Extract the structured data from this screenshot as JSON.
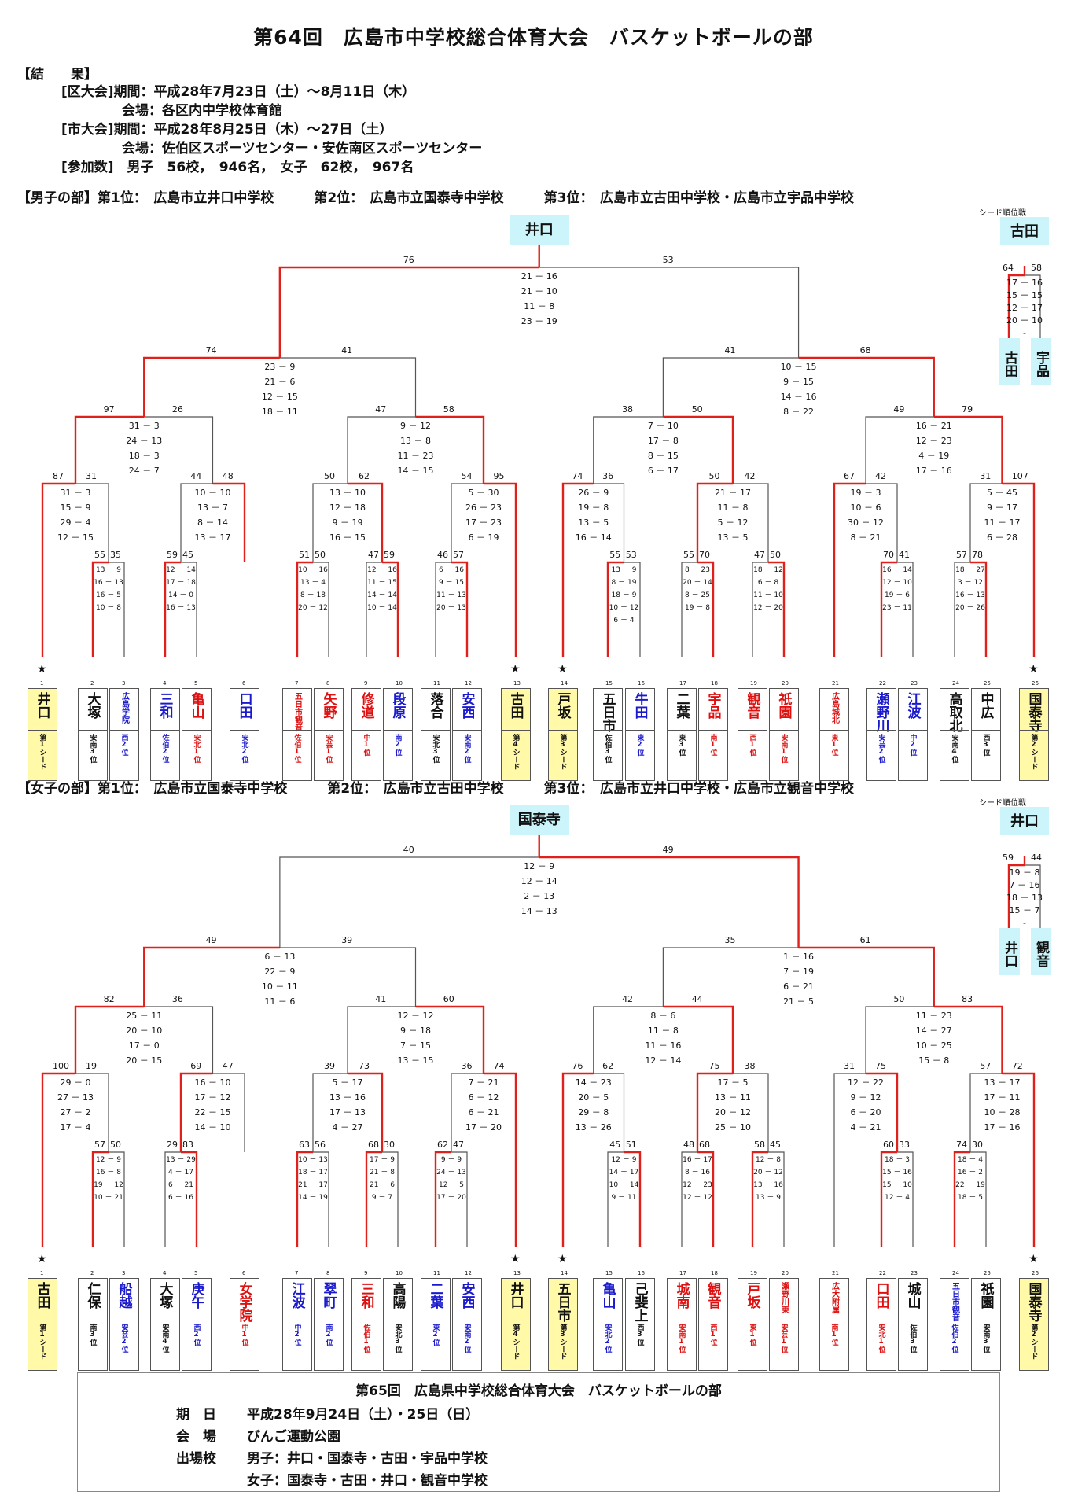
{
  "title": "第64回　広島市中学校総合体育大会　バスケットボールの部",
  "header": {
    "results_label": "【結　　果】",
    "lines": [
      "[区大会]期間：平成28年7月23日（土）～8月11日（木）",
      "会場：各区内中学校体育館",
      "[市大会]期間：平成28年8月25日（木）～27日（土）",
      "会場：佐伯区スポーツセンター・安佐南区スポーツセンター",
      "[参加数]　男子　56校，　946名，　女子　62校，　967名"
    ]
  },
  "boys": {
    "result": "【男子の部】第1位：　広島市立井口中学校　　　第2位：　広島市立国泰寺中学校　　　第3位：　広島市立古田中学校・広島市立宇品中学校",
    "seed_label": "シード順位戦",
    "champion": "井口",
    "seed_winner": "古田",
    "seed_a": "古田",
    "seed_b": "宇品",
    "final": {
      "left": "76",
      "right": "53",
      "scores": [
        "21 － 16",
        "21 － 10",
        "11 － 8",
        "23 － 19"
      ]
    },
    "seed_game": {
      "left": "64",
      "right": "58",
      "scores": [
        "17 － 16",
        "15 － 15",
        "12 － 17",
        "20 － 10",
        "-"
      ]
    },
    "semis": [
      {
        "left": "74",
        "right": "41",
        "scores": [
          "23 － 9",
          "21 － 6",
          "12 － 15",
          "18 － 11"
        ]
      },
      {
        "left": "41",
        "right": "68",
        "scores": [
          "10 － 15",
          "9 － 15",
          "14 － 16",
          "8 － 22"
        ]
      }
    ],
    "quarters": [
      {
        "left": "97",
        "right": "26",
        "scores": [
          "31 － 3",
          "24 － 13",
          "18 － 3",
          "24 － 7"
        ]
      },
      {
        "left": "47",
        "right": "58",
        "scores": [
          "9 － 12",
          "13 － 8",
          "11 － 23",
          "14 － 15"
        ]
      },
      {
        "left": "38",
        "right": "50",
        "scores": [
          "7 － 10",
          "17 － 8",
          "8 － 15",
          "6 － 17"
        ]
      },
      {
        "left": "49",
        "right": "79",
        "scores": [
          "16 － 21",
          "12 － 23",
          "4 － 19",
          "17 － 16"
        ]
      }
    ],
    "r16": [
      {
        "left": "87",
        "right": "31",
        "scores": [
          "31 － 3",
          "15 － 9",
          "29 － 4",
          "12 － 15"
        ]
      },
      {
        "left": "44",
        "right": "48",
        "scores": [
          "10 － 10",
          "13 － 7",
          "8 － 14",
          "13 － 17"
        ]
      },
      {
        "left": "50",
        "right": "62",
        "scores": [
          "13 － 10",
          "12 － 18",
          "9 － 19",
          "16 － 15"
        ]
      },
      {
        "left": "54",
        "right": "95",
        "scores": [
          "5 － 30",
          "26 － 23",
          "17 － 23",
          "6 － 19"
        ]
      },
      {
        "left": "74",
        "right": "36",
        "scores": [
          "26 － 9",
          "19 － 8",
          "13 － 5",
          "16 － 14"
        ]
      },
      {
        "left": "50",
        "right": "42",
        "scores": [
          "21 － 17",
          "11 － 8",
          "5 － 12",
          "13 － 5"
        ]
      },
      {
        "left": "67",
        "right": "42",
        "scores": [
          "19 － 3",
          "10 － 6",
          "30 － 12",
          "8 － 21"
        ]
      },
      {
        "left": "31",
        "right": "107",
        "scores": [
          "5 － 45",
          "9 － 17",
          "11 － 17",
          "6 － 28"
        ]
      }
    ],
    "r32": [
      {
        "left": "55",
        "right": "35",
        "scores": [
          "13 － 9",
          "16 － 13",
          "16 － 5",
          "10 － 8"
        ]
      },
      {
        "left": "59",
        "right": "45",
        "scores": [
          "12 － 14",
          "17 － 18",
          "14 － 0",
          "16 － 13"
        ]
      },
      {
        "left": "51",
        "right": "50",
        "scores": [
          "10 － 16",
          "13 － 4",
          "8 － 18",
          "20 － 12"
        ]
      },
      {
        "left": "47",
        "right": "59",
        "scores": [
          "12 － 16",
          "11 － 15",
          "14 － 14",
          "10 － 14"
        ]
      },
      {
        "left": "46",
        "right": "57",
        "scores": [
          "6 － 16",
          "9 － 15",
          "11 － 13",
          "20 － 13"
        ]
      },
      {
        "left": "55",
        "right": "53",
        "scores": [
          "13 － 9",
          "8 － 19",
          "18 － 9",
          "10 － 12",
          "6 － 4"
        ]
      },
      {
        "left": "55",
        "right": "70",
        "scores": [
          "8 － 23",
          "20 － 14",
          "8 － 25",
          "19 － 8"
        ]
      },
      {
        "left": "47",
        "right": "50",
        "scores": [
          "18 － 12",
          "6 － 8",
          "11 － 10",
          "12 － 20"
        ]
      },
      {
        "left": "70",
        "right": "41",
        "scores": [
          "16 － 14",
          "12 － 10",
          "19 － 6",
          "23 － 11"
        ]
      },
      {
        "left": "57",
        "right": "78",
        "scores": [
          "18 － 27",
          "3 － 12",
          "16 － 13",
          "20 － 26"
        ]
      }
    ],
    "teams": [
      {
        "n": "1",
        "name": "井口",
        "sub": "第1シード",
        "color": "#111",
        "seed": true
      },
      {
        "n": "2",
        "name": "大塚",
        "sub": "安南3位",
        "color": "#111"
      },
      {
        "n": "3",
        "name": "広島学院",
        "sub": "西2位",
        "color": "#1a1acc",
        "small": true
      },
      {
        "n": "4",
        "name": "三和",
        "sub": "佐伯2位",
        "color": "#1a1acc"
      },
      {
        "n": "5",
        "name": "亀山",
        "sub": "安北1位",
        "color": "#dd1111"
      },
      {
        "n": "6",
        "name": "口田",
        "sub": "安北2位",
        "color": "#1a1acc"
      },
      {
        "n": "7",
        "name": "五日市観音",
        "sub": "佐伯1位",
        "color": "#dd1111",
        "small": true
      },
      {
        "n": "8",
        "name": "矢野",
        "sub": "安芸1位",
        "color": "#dd1111"
      },
      {
        "n": "9",
        "name": "修道",
        "sub": "中1位",
        "color": "#dd1111"
      },
      {
        "n": "10",
        "name": "段原",
        "sub": "南2位",
        "color": "#1a1acc"
      },
      {
        "n": "11",
        "name": "落合",
        "sub": "安北3位",
        "color": "#111"
      },
      {
        "n": "12",
        "name": "安西",
        "sub": "安南2位",
        "color": "#1a1acc"
      },
      {
        "n": "13",
        "name": "古田",
        "sub": "第4シード",
        "color": "#111",
        "seed": true
      },
      {
        "n": "14",
        "name": "戸坂",
        "sub": "第3シード",
        "color": "#111",
        "seed": true
      },
      {
        "n": "15",
        "name": "五日市",
        "sub": "佐伯3位",
        "color": "#111"
      },
      {
        "n": "16",
        "name": "牛田",
        "sub": "東2位",
        "color": "#1a1acc"
      },
      {
        "n": "17",
        "name": "二葉",
        "sub": "東3位",
        "color": "#111"
      },
      {
        "n": "18",
        "name": "宇品",
        "sub": "南1位",
        "color": "#dd1111"
      },
      {
        "n": "19",
        "name": "観音",
        "sub": "西1位",
        "color": "#dd1111"
      },
      {
        "n": "20",
        "name": "祇園",
        "sub": "安南1位",
        "color": "#dd1111"
      },
      {
        "n": "21",
        "name": "広島城北",
        "sub": "東1位",
        "color": "#dd1111",
        "small": true
      },
      {
        "n": "22",
        "name": "瀬野川",
        "sub": "安芸2位",
        "color": "#1a1acc"
      },
      {
        "n": "23",
        "name": "江波",
        "sub": "中2位",
        "color": "#1a1acc"
      },
      {
        "n": "24",
        "name": "高取北",
        "sub": "安南4位",
        "color": "#111"
      },
      {
        "n": "25",
        "name": "中広",
        "sub": "西3位",
        "color": "#111"
      },
      {
        "n": "26",
        "name": "国泰寺",
        "sub": "第2シード",
        "color": "#111",
        "seed": true
      }
    ]
  },
  "girls": {
    "result": "【女子の部】第1位：　広島市立国泰寺中学校　　　第2位：　広島市立古田中学校　　　第3位：　広島市立井口中学校・広島市立観音中学校",
    "seed_label": "シード順位戦",
    "champion": "国泰寺",
    "seed_winner": "井口",
    "seed_a": "井口",
    "seed_b": "観音",
    "final": {
      "left": "40",
      "right": "49",
      "scores": [
        "12 － 9",
        "12 － 14",
        "2 － 13",
        "14 － 13"
      ]
    },
    "seed_game": {
      "left": "59",
      "right": "44",
      "scores": [
        "19 － 8",
        "7 － 16",
        "18 － 13",
        "15 － 7",
        "-"
      ]
    },
    "semis": [
      {
        "left": "49",
        "right": "39",
        "scores": [
          "6 － 13",
          "22 － 9",
          "10 － 11",
          "11 － 6"
        ]
      },
      {
        "left": "35",
        "right": "61",
        "scores": [
          "1 － 16",
          "7 － 19",
          "6 － 21",
          "21 － 5"
        ]
      }
    ],
    "quarters": [
      {
        "left": "82",
        "right": "36",
        "scores": [
          "25 － 11",
          "20 － 10",
          "17 － 0",
          "20 － 15"
        ]
      },
      {
        "left": "41",
        "right": "60",
        "scores": [
          "12 － 12",
          "9 － 18",
          "7 － 15",
          "13 － 15"
        ]
      },
      {
        "left": "42",
        "right": "44",
        "scores": [
          "8 － 6",
          "11 － 8",
          "11 － 16",
          "12 － 14"
        ]
      },
      {
        "left": "50",
        "right": "83",
        "scores": [
          "11 － 23",
          "14 － 27",
          "10 － 25",
          "15 － 8"
        ]
      }
    ],
    "r16": [
      {
        "left": "100",
        "right": "19",
        "scores": [
          "29 － 0",
          "27 － 13",
          "27 － 2",
          "17 － 4"
        ]
      },
      {
        "left": "69",
        "right": "47",
        "scores": [
          "16 － 10",
          "17 － 12",
          "22 － 15",
          "14 － 10"
        ]
      },
      {
        "left": "39",
        "right": "73",
        "scores": [
          "5 － 17",
          "13 － 16",
          "17 － 13",
          "4 － 27"
        ]
      },
      {
        "left": "36",
        "right": "74",
        "scores": [
          "7 － 21",
          "6 － 12",
          "6 － 21",
          "17 － 20"
        ]
      },
      {
        "left": "76",
        "right": "62",
        "scores": [
          "14 － 23",
          "20 － 5",
          "29 － 8",
          "13 － 26"
        ]
      },
      {
        "left": "75",
        "right": "38",
        "scores": [
          "17 － 5",
          "13 － 11",
          "20 － 12",
          "25 － 10"
        ]
      },
      {
        "left": "31",
        "right": "75",
        "scores": [
          "12 － 22",
          "9 － 12",
          "6 － 20",
          "4 － 21"
        ]
      },
      {
        "left": "57",
        "right": "72",
        "scores": [
          "13 － 17",
          "17 － 11",
          "10 － 28",
          "17 － 16"
        ]
      }
    ],
    "r32": [
      {
        "left": "57",
        "right": "50",
        "scores": [
          "12 － 9",
          "16 － 8",
          "19 － 12",
          "10 － 21"
        ]
      },
      {
        "left": "29",
        "right": "83",
        "scores": [
          "13 － 29",
          "4 － 17",
          "6 － 21",
          "6 － 16"
        ]
      },
      {
        "left": "63",
        "right": "56",
        "scores": [
          "10 － 13",
          "18 － 17",
          "21 － 17",
          "14 － 19"
        ]
      },
      {
        "left": "68",
        "right": "30",
        "scores": [
          "17 － 9",
          "21 － 8",
          "21 － 6",
          "9 － 7"
        ]
      },
      {
        "left": "62",
        "right": "47",
        "scores": [
          "9 － 9",
          "24 － 13",
          "12 － 5",
          "17 － 20"
        ]
      },
      {
        "left": "45",
        "right": "51",
        "scores": [
          "12 － 9",
          "14 － 17",
          "10 － 14",
          "9 － 11"
        ]
      },
      {
        "left": "48",
        "right": "68",
        "scores": [
          "16 － 17",
          "8 － 16",
          "12 － 23",
          "12 － 12"
        ]
      },
      {
        "left": "58",
        "right": "45",
        "scores": [
          "12 － 8",
          "20 － 12",
          "13 － 16",
          "13 － 9"
        ]
      },
      {
        "left": "60",
        "right": "33",
        "scores": [
          "18 － 3",
          "15 － 16",
          "15 － 10",
          "12 － 4"
        ]
      },
      {
        "left": "74",
        "right": "30",
        "scores": [
          "18 － 4",
          "16 － 2",
          "22 － 19",
          "18 － 5"
        ]
      }
    ],
    "teams": [
      {
        "n": "1",
        "name": "古田",
        "sub": "第1シード",
        "color": "#111",
        "seed": true
      },
      {
        "n": "2",
        "name": "仁保",
        "sub": "南3位",
        "color": "#111"
      },
      {
        "n": "3",
        "name": "船越",
        "sub": "安芸2位",
        "color": "#1a1acc"
      },
      {
        "n": "4",
        "name": "大塚",
        "sub": "安南4位",
        "color": "#111"
      },
      {
        "n": "5",
        "name": "庚午",
        "sub": "西2位",
        "color": "#1a1acc"
      },
      {
        "n": "6",
        "name": "女学院",
        "sub": "中1位",
        "color": "#dd1111"
      },
      {
        "n": "7",
        "name": "江波",
        "sub": "中2位",
        "color": "#1a1acc"
      },
      {
        "n": "8",
        "name": "翠町",
        "sub": "南2位",
        "color": "#1a1acc"
      },
      {
        "n": "9",
        "name": "三和",
        "sub": "佐伯1位",
        "color": "#dd1111"
      },
      {
        "n": "10",
        "name": "高陽",
        "sub": "安北3位",
        "color": "#111"
      },
      {
        "n": "11",
        "name": "二葉",
        "sub": "東2位",
        "color": "#1a1acc"
      },
      {
        "n": "12",
        "name": "安西",
        "sub": "安南2位",
        "color": "#1a1acc"
      },
      {
        "n": "13",
        "name": "井口",
        "sub": "第4シード",
        "color": "#111",
        "seed": true
      },
      {
        "n": "14",
        "name": "五日市",
        "sub": "第3シード",
        "color": "#111",
        "seed": true
      },
      {
        "n": "15",
        "name": "亀山",
        "sub": "安北2位",
        "color": "#1a1acc"
      },
      {
        "n": "16",
        "name": "己斐上",
        "sub": "西3位",
        "color": "#111"
      },
      {
        "n": "17",
        "name": "城南",
        "sub": "安南1位",
        "color": "#dd1111"
      },
      {
        "n": "18",
        "name": "観音",
        "sub": "西1位",
        "color": "#dd1111"
      },
      {
        "n": "19",
        "name": "戸坂",
        "sub": "東1位",
        "color": "#dd1111"
      },
      {
        "n": "20",
        "name": "瀬野川東",
        "sub": "安芸1位",
        "color": "#dd1111",
        "small": true
      },
      {
        "n": "21",
        "name": "広大附属",
        "sub": "南1位",
        "color": "#dd1111",
        "small": true
      },
      {
        "n": "22",
        "name": "口田",
        "sub": "安北1位",
        "color": "#dd1111"
      },
      {
        "n": "23",
        "name": "城山",
        "sub": "佐伯3位",
        "color": "#111"
      },
      {
        "n": "24",
        "name": "五日市観音",
        "sub": "佐伯2位",
        "color": "#1a1acc",
        "small": true
      },
      {
        "n": "25",
        "name": "祇園",
        "sub": "安南3位",
        "color": "#111"
      },
      {
        "n": "26",
        "name": "国泰寺",
        "sub": "第2シード",
        "color": "#111",
        "seed": true
      }
    ]
  },
  "prefectural": {
    "title": "第65回　広島県中学校総合体育大会　バスケットボールの部",
    "date_label": "期　日",
    "date": "平成28年9月24日（土）・25日（日）",
    "venue_label": "会　場",
    "venue": "びんご運動公園",
    "teams_label": "出場校",
    "boys": "男子：井口・国泰寺・古田・宇品中学校",
    "girls": "女子：国泰寺・古田・井口・観音中学校"
  },
  "star": "★",
  "colors": {
    "win_line": "#e0201a",
    "line": "#555555",
    "chip": "#ccf5fb",
    "seed_box": "#fff9a8",
    "blue": "#1a1acc",
    "red": "#dd1111"
  }
}
